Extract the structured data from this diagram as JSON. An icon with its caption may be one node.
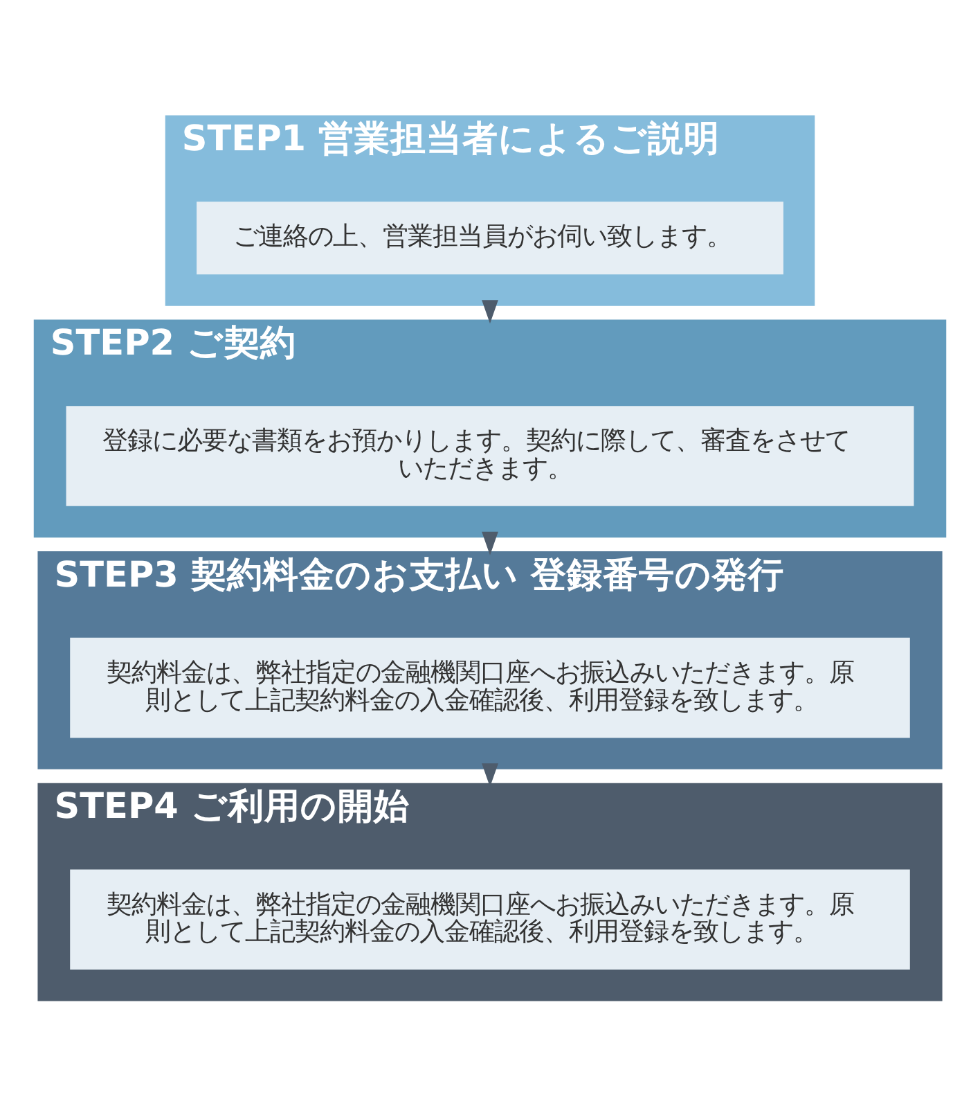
{
  "diagram": {
    "nodes": [
      {
        "text": [
          "STEP1 営業担当者によるご説明"
        ]
      },
      {
        "text": [
          "ご連絡の上、営業担当員がお伺い致します。"
        ],
        "in": 0
      },
      {
        "text": [
          "STEP2 ご契約"
        ]
      },
      {
        "text": [
          "登録に必要な書類をお預かりします。契約に際して、審査をさせていただきます。"
        ],
        "in": 2
      },
      {
        "text": [
          "STEP3 契約料金のお支払い 登録番号の発行"
        ]
      },
      {
        "text": [
          "契約料金は、弊社指定の金融機関口座へお振込みいただきます。原則として上記契約料金の入金確認後、利用登録を致します。"
        ],
        "in": 4
      },
      {
        "text": [
          "STEP4 ご利用の開始"
        ]
      },
      {
        "text": [
          "契約料金は、弊社指定の金融機関口座へお振込みいただきます。原則として上記契約料金の入金確認後、利用登録を致します。"
        ],
        "in": 6
      }
    ],
    "edges": [
      {
        "from": 0,
        "to": 2,
        "arrow": "to"
      },
      {
        "from": 2,
        "to": 4,
        "arrow": "to"
      },
      {
        "from": 4,
        "to": 6,
        "arrow": "to"
      }
    ]
  }
}
